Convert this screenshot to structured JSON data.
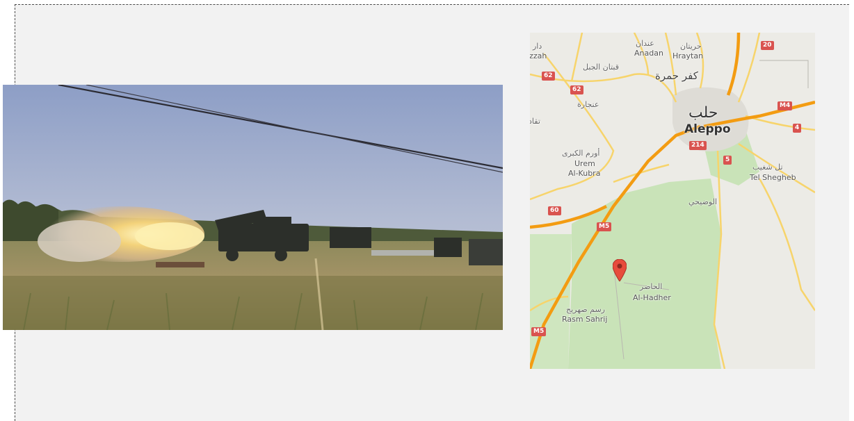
{
  "photo": {
    "description_icon": "rocket-launch-photo"
  },
  "map": {
    "places": [
      {
        "id": "dar-izzah-ar",
        "text": "دار"
      },
      {
        "id": "dar-izzah-en",
        "text": "izzah"
      },
      {
        "id": "anadan-ar",
        "text": "عندان"
      },
      {
        "id": "anadan-en",
        "text": "Anadan"
      },
      {
        "id": "hraytan-ar",
        "text": "حريتان"
      },
      {
        "id": "hraytan-en",
        "text": "Hraytan"
      },
      {
        "id": "qabtan-ar",
        "text": "قبتان الجبل"
      },
      {
        "id": "kafr-hamra-ar",
        "text": "كفر حمرة"
      },
      {
        "id": "anjara-ar",
        "text": "عنجارة"
      },
      {
        "id": "taqad-ar",
        "text": "تقاد"
      },
      {
        "id": "urem-ar",
        "text": "أورم الكبرى"
      },
      {
        "id": "urem-en-1",
        "text": "Urem"
      },
      {
        "id": "urem-en-2",
        "text": "Al-Kubra"
      },
      {
        "id": "wadihi-ar",
        "text": "الوضيحي"
      },
      {
        "id": "tel-shegheb-ar",
        "text": "تل شغيب"
      },
      {
        "id": "tel-shegheb-en",
        "text": "Tel Shegheb"
      },
      {
        "id": "al-hadher-ar",
        "text": "الحاضر"
      },
      {
        "id": "al-hadher-en",
        "text": "Al-Hadher"
      },
      {
        "id": "rasm-sahrij-ar",
        "text": "رسم صهريج"
      },
      {
        "id": "rasm-sahrij-en",
        "text": "Rasm Sahrij"
      }
    ],
    "city": {
      "ar": "حلب",
      "en": "Aleppo"
    },
    "shields": [
      "20",
      "62",
      "62",
      "M4",
      "4",
      "214",
      "5",
      "60",
      "M5",
      "M5"
    ],
    "marker_icon": "map-pin-icon",
    "colors": {
      "road_major": "#f39c12",
      "road_minor": "#f7d46b",
      "green_area": "#c9e3b8",
      "shield": "#d9534f"
    }
  }
}
